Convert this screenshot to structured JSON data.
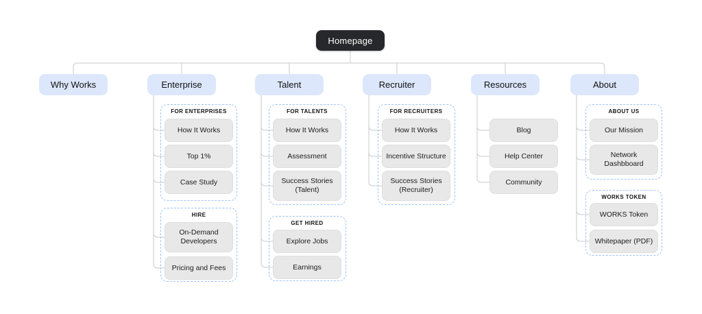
{
  "diagram": {
    "root": {
      "label": "Homepage"
    },
    "sections": [
      {
        "label": "Why Works"
      },
      {
        "label": "Enterprise",
        "groups": [
          {
            "title": "FOR ENTERPRISES",
            "items": [
              "How It Works",
              "Top 1%",
              "Case Study"
            ]
          },
          {
            "title": "HIRE",
            "items": [
              "On-Demand Developers",
              "Pricing and Fees"
            ]
          }
        ]
      },
      {
        "label": "Talent",
        "groups": [
          {
            "title": "FOR TALENTS",
            "items": [
              "How It Works",
              "Assessment",
              "Success Stories (Talent)"
            ]
          },
          {
            "title": "GET HIRED",
            "items": [
              "Explore Jobs",
              "Earnings"
            ]
          }
        ]
      },
      {
        "label": "Recruiter",
        "groups": [
          {
            "title": "FOR RECRUITERS",
            "items": [
              "How It Works",
              "Incentive Structure",
              "Success Stories (Recruiter)"
            ]
          }
        ]
      },
      {
        "label": "Resources",
        "items": [
          "Blog",
          "Help Center",
          "Community"
        ]
      },
      {
        "label": "About",
        "groups": [
          {
            "title": "ABOUT US",
            "items": [
              "Our Mission",
              "Network Dashbboard"
            ]
          },
          {
            "title": "WORKS TOKEN",
            "items": [
              "WORKS Token",
              "Whitepaper (PDF)"
            ]
          }
        ]
      }
    ],
    "colors": {
      "root_bg": "#26282b",
      "root_text": "#ffffff",
      "section_bg": "#dce7fc",
      "item_bg": "#e8e8e9",
      "group_border": "#9cc2f7",
      "connector": "#c9cacc"
    }
  }
}
